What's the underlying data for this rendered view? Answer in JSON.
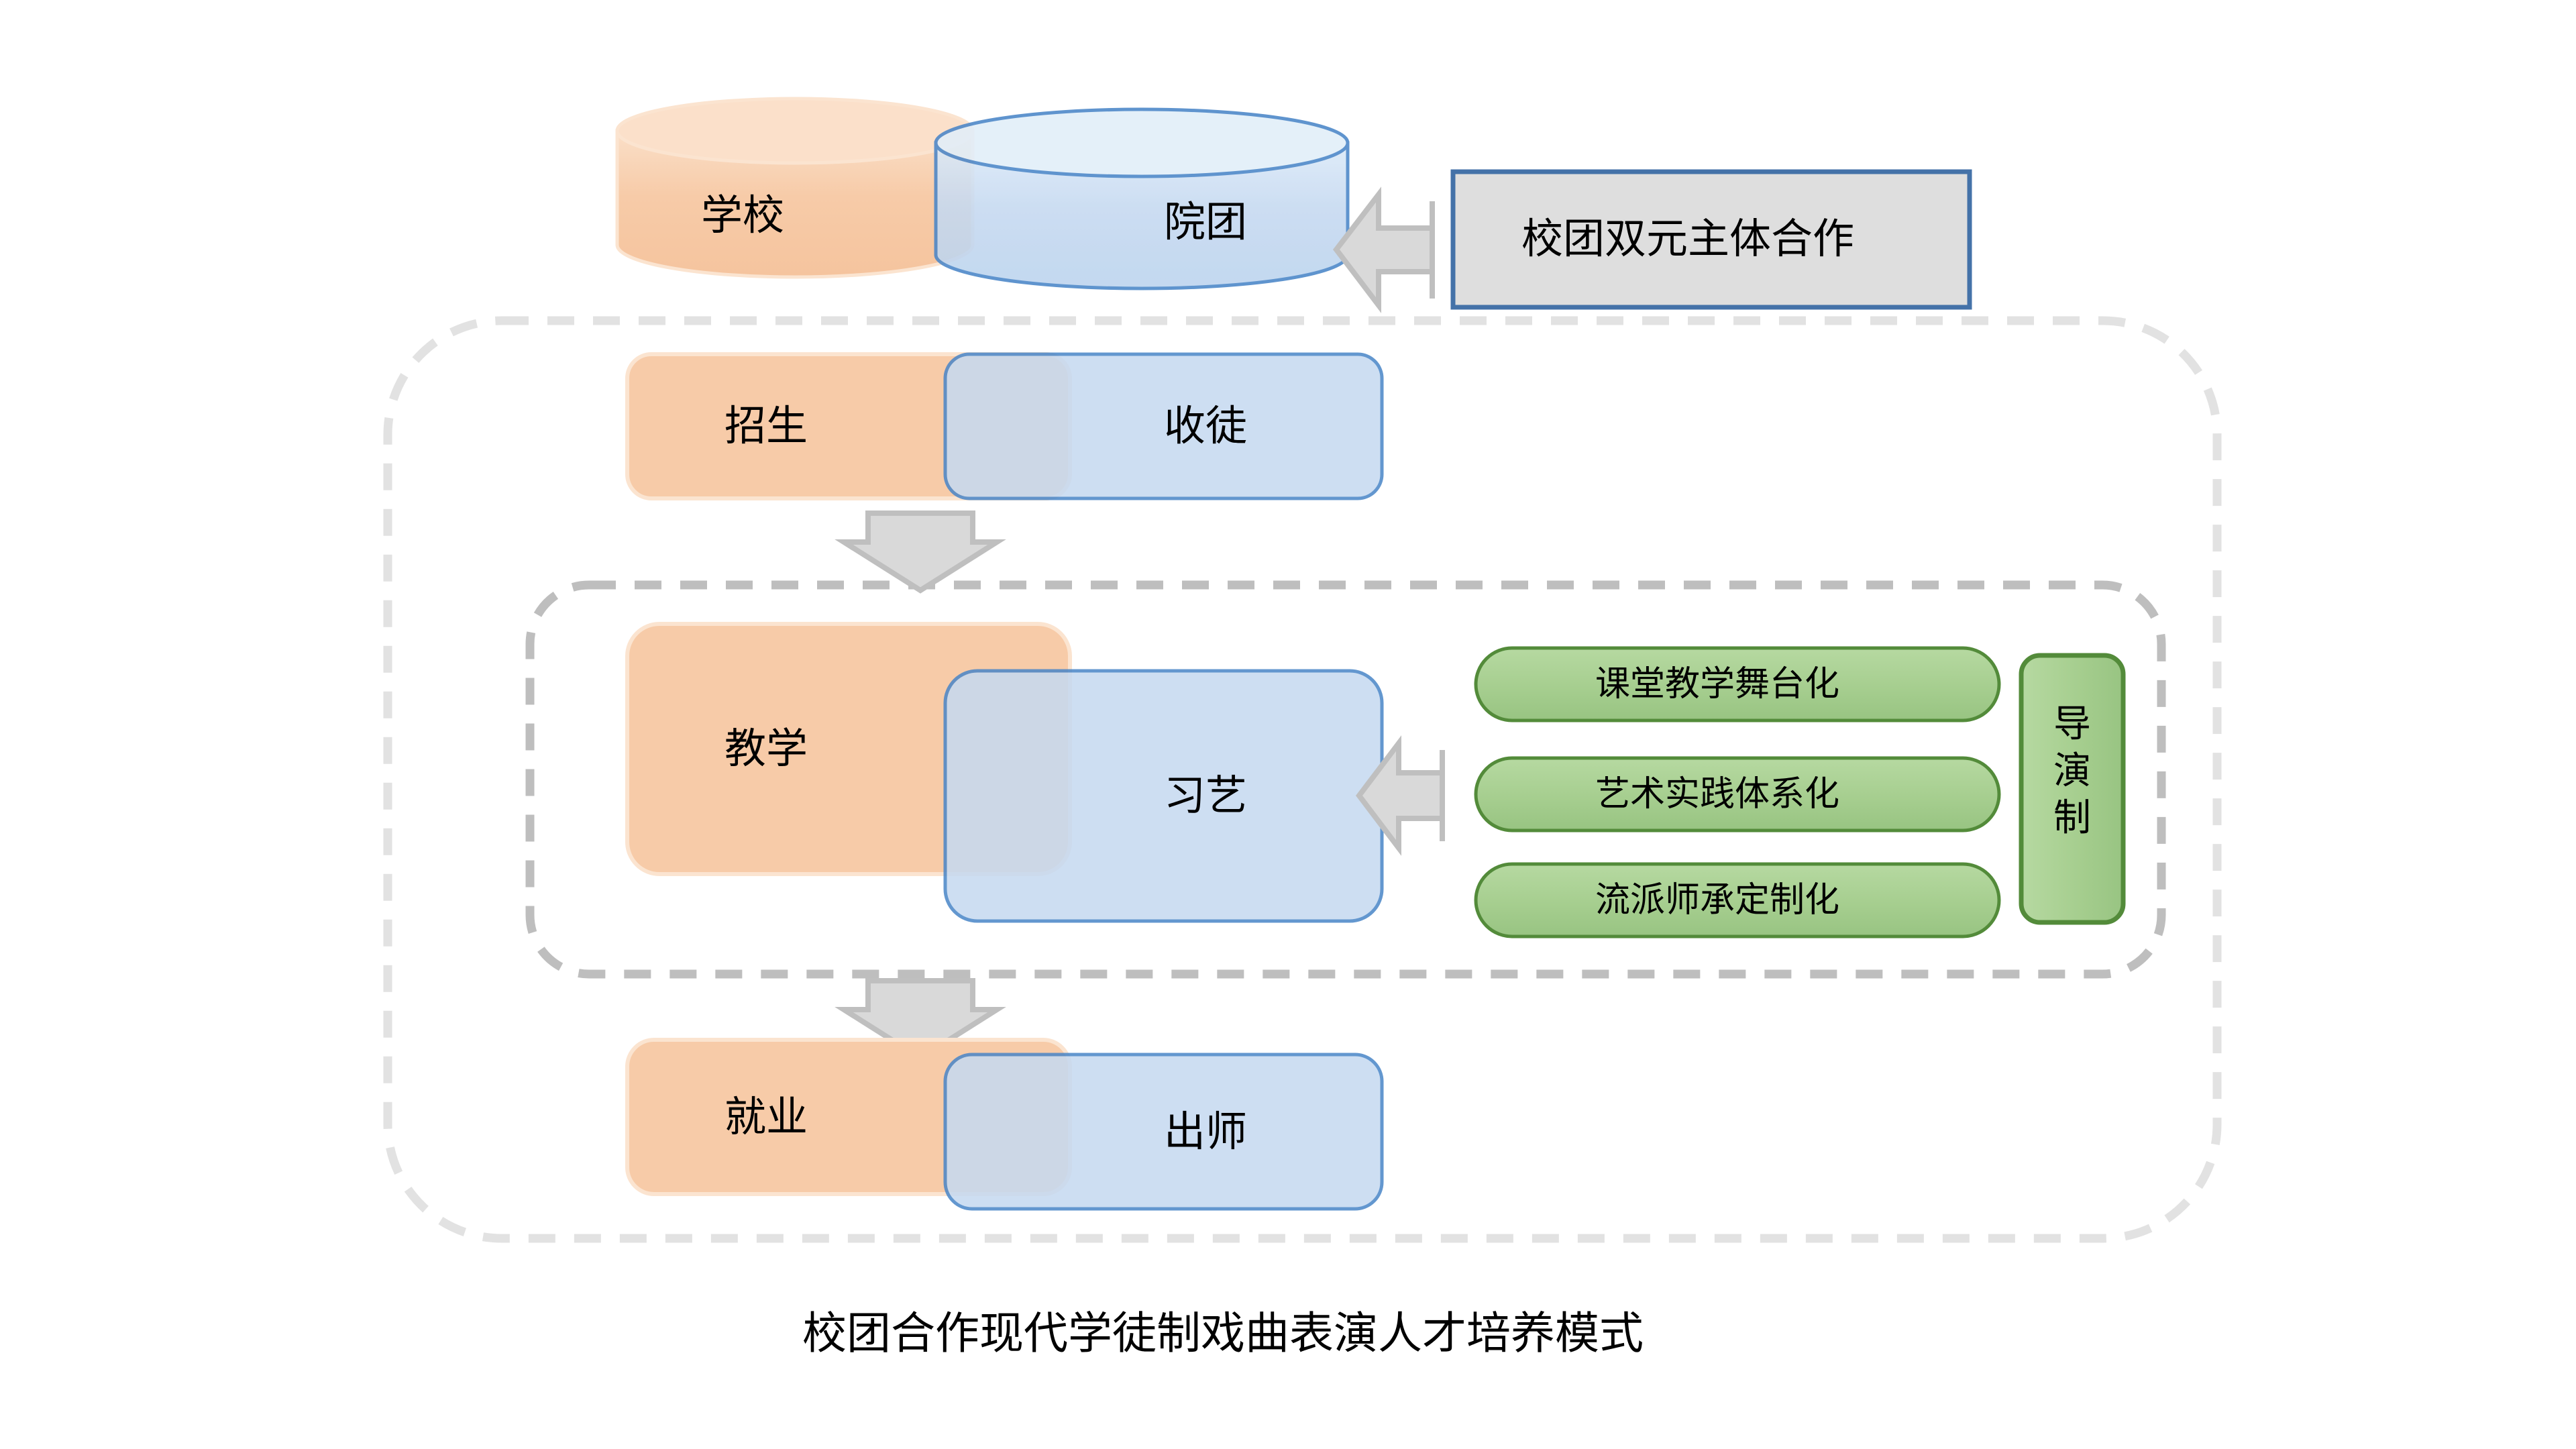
{
  "diagram": {
    "caption": "校团合作现代学徒制戏曲表演人才培养模式",
    "cylinders": [
      {
        "id": "school",
        "label": "学校",
        "color": "#F7CBA8"
      },
      {
        "id": "troupe",
        "label": "院团",
        "color": "#C5D9F1"
      }
    ],
    "callout": {
      "label": "校团双元主体合作",
      "fill": "#DEDEDE",
      "stroke": "#4472A8"
    },
    "rows": [
      {
        "id": "recruit",
        "left_label": "招生",
        "right_label": "收徒"
      },
      {
        "id": "teach",
        "left_label": "教学",
        "right_label": "习艺"
      },
      {
        "id": "employ",
        "left_label": "就业",
        "right_label": "出师"
      }
    ],
    "pills": [
      {
        "id": "pill-1",
        "label": "课堂教学舞台化"
      },
      {
        "id": "pill-2",
        "label": "艺术实践体系化"
      },
      {
        "id": "pill-3",
        "label": "流派师承定制化"
      }
    ],
    "vertical_box": {
      "id": "director-system",
      "label": "导演制",
      "chars": [
        "导",
        "演",
        "制"
      ]
    },
    "colors": {
      "orange_fill": "#F7CBA8",
      "orange_stroke": "#FBE4D0",
      "blue_fill": "#C5D9F1",
      "blue_stroke": "#4A86C8",
      "overlap_fill": "#C4D1DF",
      "green_fill": "#A6CE8F",
      "green_stroke": "#538B3A",
      "arrow_fill": "#D9D9D9",
      "arrow_stroke": "#BFBFBF",
      "dash_outer": "#E2E2E2",
      "dash_inner": "#BEBEBE"
    }
  }
}
